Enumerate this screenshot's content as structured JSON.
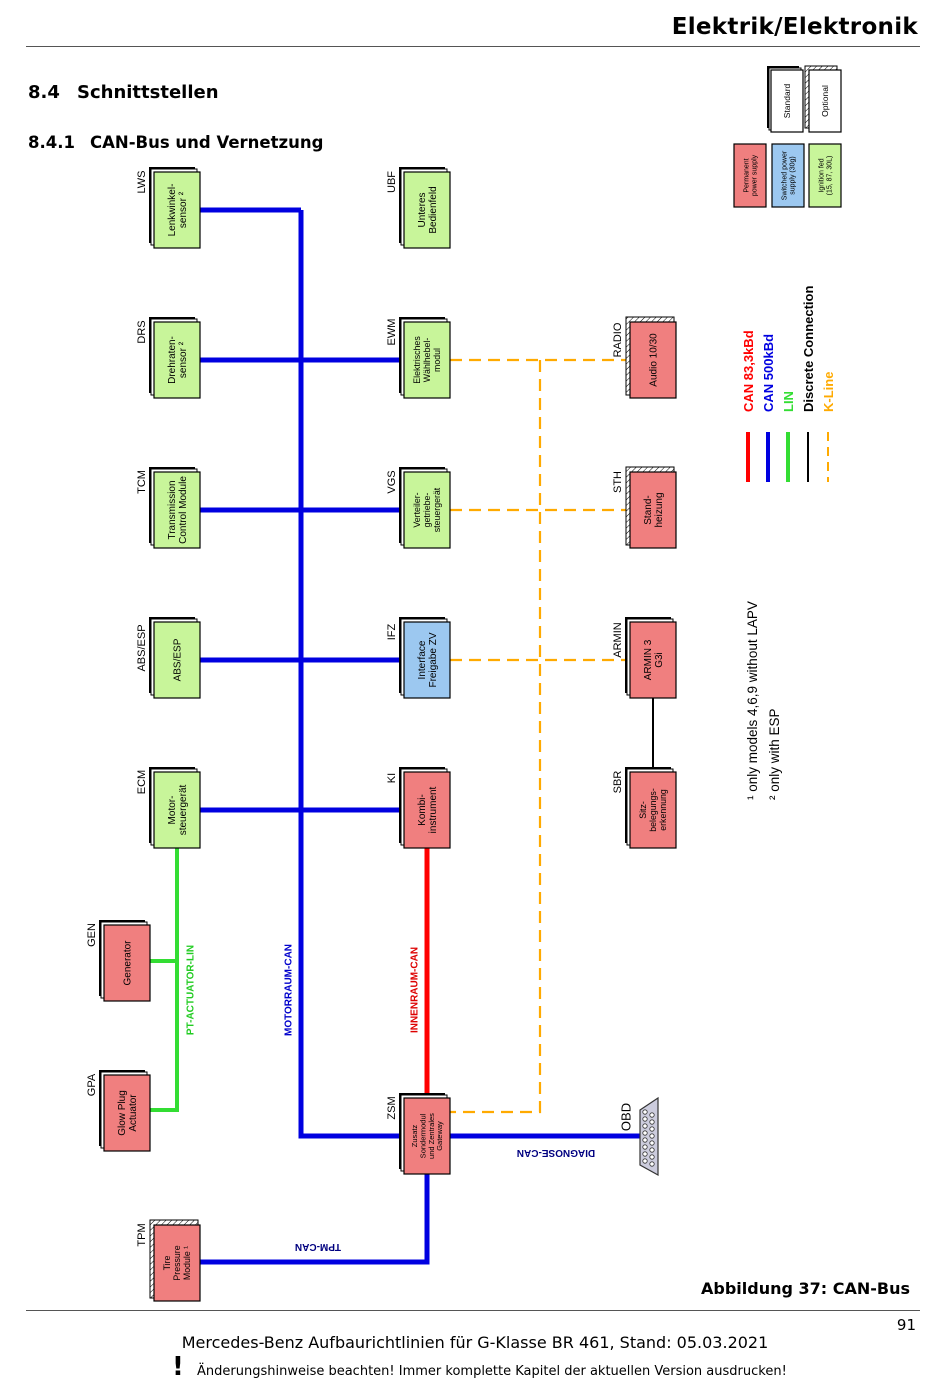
{
  "header": {
    "title": "Elektrik/Elektronik"
  },
  "section": {
    "number": "8.4",
    "title": "Schnittstellen"
  },
  "subsection": {
    "number": "8.4.1",
    "title": "CAN-Bus und Vernetzung"
  },
  "diagram": {
    "nodes": [
      {
        "id": "LWS",
        "label": "Lenkwinkel-|sensor ²"
      },
      {
        "id": "DRS",
        "label": "Drehraten-|sensor ²"
      },
      {
        "id": "TCM",
        "label": "Transmission|Control Module"
      },
      {
        "id": "ABS/ESP",
        "label": "ABS/ESP"
      },
      {
        "id": "ECM",
        "label": "Motor-|steuergerät"
      },
      {
        "id": "GEN",
        "label": "Generator"
      },
      {
        "id": "GPA",
        "label": "Glow Plug|Actuator"
      },
      {
        "id": "TPM",
        "label": "Tire|Pressure|Module ¹"
      },
      {
        "id": "UBF",
        "label": "Unteres|Bedienfeld"
      },
      {
        "id": "EWM",
        "label": "Elektrisches|Wählhebel-|modul"
      },
      {
        "id": "VGS",
        "label": "Verteiler-|getriebe-|steuergerät"
      },
      {
        "id": "IFZ",
        "label": "Interface|Freigabe ZV"
      },
      {
        "id": "KI",
        "label": "Kombi-|instrument"
      },
      {
        "id": "ZSM",
        "label": "Zusatz|Sondermodul|und Zentrales|Gateway"
      },
      {
        "id": "RADIO",
        "label": "Audio 10/30"
      },
      {
        "id": "STH",
        "label": "Stand-|heizung"
      },
      {
        "id": "ARMIN",
        "label": "ARMIN 3|G3i"
      },
      {
        "id": "SBR",
        "label": "Sitz-|belegungs-|erkennung"
      },
      {
        "id": "OBD",
        "label": "OBD"
      }
    ],
    "bus_labels": {
      "pt_lin": "PT-ACTUATOR-LIN",
      "motorraum": "MOTORRAUM-CAN",
      "innenraum": "INNENRAUM-CAN",
      "diagnose": "DIAGNOSE-CAN",
      "tpm": "TPM-CAN"
    },
    "legend_boxes": {
      "standard": "Standard",
      "optional": "Optional",
      "permanent": "Permanent|power supply",
      "switched": "Switched power|supply (30g)",
      "ignition": "Ignition fed|(15, 87, 30L)"
    },
    "legend_lines": [
      {
        "label": "CAN 83,3kBd",
        "color": "#ff0000"
      },
      {
        "label": "CAN 500kBd",
        "color": "#0000e0"
      },
      {
        "label": "LIN",
        "color": "#33dd33"
      },
      {
        "label": "Discrete Connection",
        "color": "#000000"
      },
      {
        "label": "K-Line",
        "color": "#ffaa00"
      }
    ],
    "footnotes": [
      "¹ only models 4,6,9 without LAPV",
      "² only with ESP"
    ],
    "colors": {
      "red_box": "#f07f7f",
      "blue_box": "#9cc8f0",
      "green_box": "#c8f59a",
      "can_fast": "#0000e0",
      "can_slow": "#ff0000",
      "lin": "#33dd33",
      "kline": "#ffaa00"
    }
  },
  "caption": "Abbildung 37: CAN-Bus",
  "footer": {
    "page_number": "91",
    "line1": "Mercedes-Benz Aufbaurichtlinien für G-Klasse BR 461, Stand: 05.03.2021",
    "warning_icon": "!",
    "line2": "Änderungshinweise beachten! Immer komplette Kapitel der aktuellen Version ausdrucken!"
  }
}
